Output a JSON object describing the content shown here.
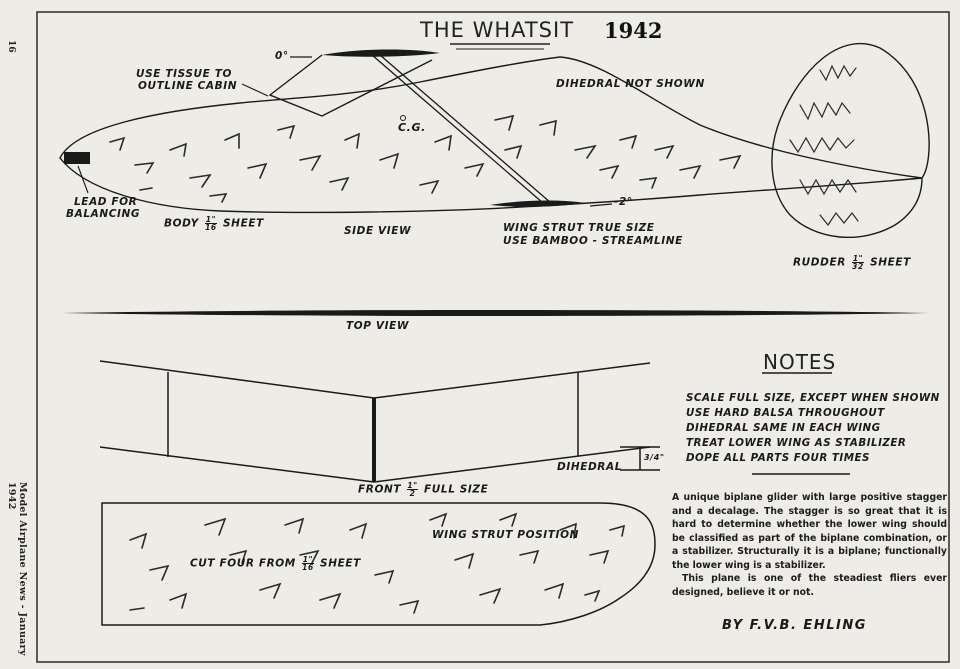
{
  "page_number": "16",
  "magazine_credit": "Model Airplane News - January 1942",
  "title": "THE WHATSIT",
  "year": "1942",
  "side_view": {
    "angle_top": "0°",
    "angle_bottom": "-2°",
    "tissue_note_line1": "USE TISSUE TO",
    "tissue_note_line2": "OUTLINE CABIN",
    "cg": "C.G.",
    "dihedral_note": "DIHEDRAL NOT SHOWN",
    "lead_line1": "LEAD FOR",
    "lead_line2": "BALANCING",
    "body_label": "BODY",
    "body_frac_num": "1\"",
    "body_frac_den": "16",
    "body_sheet": "SHEET",
    "view_label": "SIDE VIEW",
    "strut_line1": "WING STRUT TRUE SIZE",
    "strut_line2": "USE BAMBOO - STREAMLINE",
    "rudder_label": "RUDDER",
    "rudder_frac_num": "1\"",
    "rudder_frac_den": "32",
    "rudder_sheet": "SHEET"
  },
  "top_view": {
    "view_label": "TOP VIEW",
    "dihedral_label": "DIHEDRAL",
    "dihedral_value": "3/4\"",
    "front_label": "FRONT",
    "front_frac_num": "1\"",
    "front_frac_den": "2",
    "front_full_size": "FULL SIZE"
  },
  "wing_part": {
    "strut_position": "WING STRUT POSITION",
    "cut_label": "CUT FOUR FROM",
    "cut_frac_num": "1\"",
    "cut_frac_den": "16",
    "cut_sheet": "SHEET"
  },
  "notes": {
    "heading": "NOTES",
    "items": [
      "SCALE FULL SIZE, EXCEPT WHEN SHOWN",
      "USE HARD BALSA THROUGHOUT",
      "DIHEDRAL SAME IN EACH WING",
      "TREAT LOWER WING AS STABILIZER",
      "DOPE ALL PARTS FOUR TIMES"
    ]
  },
  "description": {
    "para1": "A unique biplane glider with large positive stagger and a decalage. The stagger is so great that it is hard to determine whether the lower wing should be classified as part of the biplane combination, or a stabilizer. Structurally it is a biplane; functionally the lower wing is a stabilizer.",
    "para2": "This plane is one of the steadiest fliers ever designed, believe it or not."
  },
  "author": "BY F.V.B. EHLING",
  "colors": {
    "ink": "#1a1a1a",
    "paper": "#eeece6"
  }
}
